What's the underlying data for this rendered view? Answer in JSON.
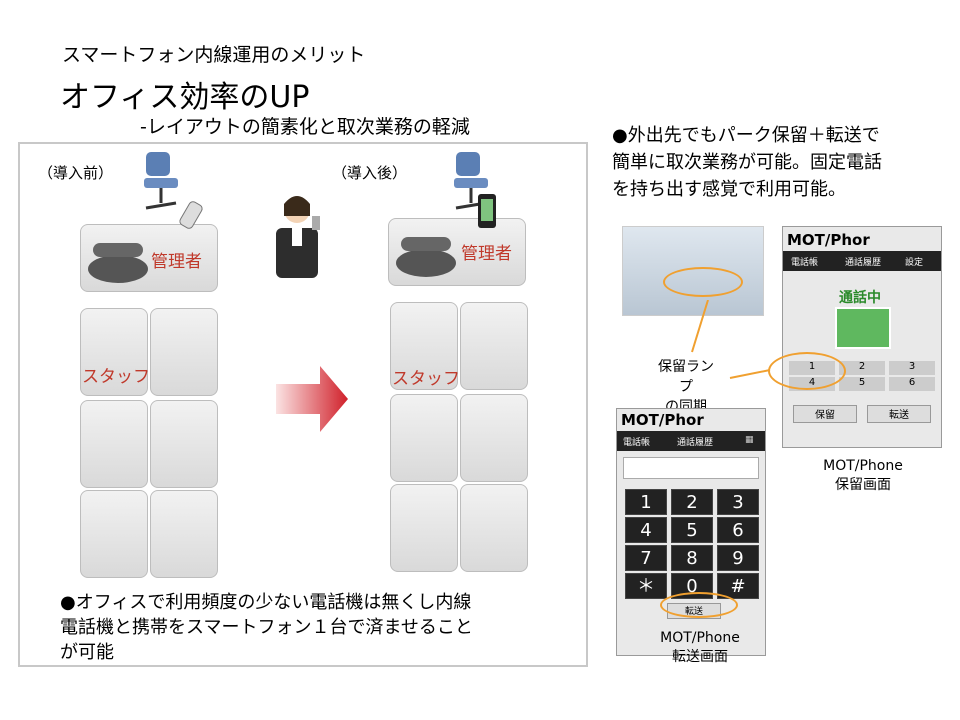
{
  "header": {
    "subtitle": "スマートフォン内線運用のメリット",
    "title": "オフィス効率のUP",
    "subheading": "-レイアウトの簡素化と取次業務の軽減"
  },
  "panel": {
    "before_label": "（導入前）",
    "after_label": "（導入後）",
    "manager_before": "管理者",
    "manager_after": "管理者",
    "staff_before": "スタッフ",
    "staff_after": "スタッフ",
    "bottom_text_line1": "●オフィスで利用頻度の少ない電話機は無くし内線",
    "bottom_text_line2": "電話機と携帯をスマートフォン１台で済ませること",
    "bottom_text_line3": "が可能"
  },
  "right": {
    "bullet_line1": "●外出先でもパーク保留＋転送で",
    "bullet_line2": "簡単に取次業務が可能。固定電話",
    "bullet_line3": "を持ち出す感覚で利用可能。",
    "sync_label_1": "保留ラン",
    "sync_label_2": "プ",
    "sync_label_3": "の同期",
    "hold_caption_1": "MOT/Phone",
    "hold_caption_2": "保留画面",
    "transfer_caption_1": "MOT/Phone",
    "transfer_caption_2": "転送画面"
  },
  "hold_screen": {
    "logo": "MOT/Phor",
    "tab_phonebook": "電話帳",
    "tab_history": "通話履歴",
    "tab_settings": "設定",
    "status": "通話中",
    "lines": [
      "1",
      "2",
      "3",
      "4",
      "5",
      "6"
    ],
    "hold_button": "保留",
    "transfer_button": "転送"
  },
  "transfer_screen": {
    "logo": "MOT/Phor",
    "tab_phonebook": "電話帳",
    "tab_history": "通話履歴",
    "keys": [
      "1",
      "2",
      "3",
      "4",
      "5",
      "6",
      "7",
      "8",
      "9",
      "＊",
      "0",
      "#"
    ],
    "transfer_button": "転送"
  },
  "colors": {
    "accent": "#f0a030",
    "arrow": "#d0202a",
    "manager_text": "#c0392b"
  }
}
